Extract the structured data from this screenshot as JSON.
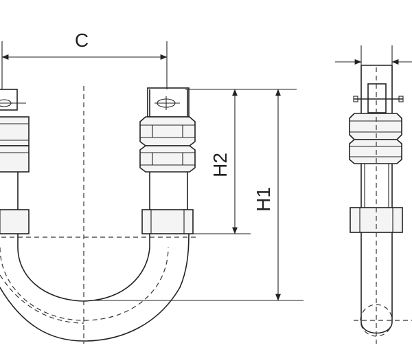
{
  "labels": {
    "c": "C",
    "h2": "H2",
    "h1": "H1"
  },
  "colors": {
    "line": "#222222",
    "background": "#ffffff"
  }
}
